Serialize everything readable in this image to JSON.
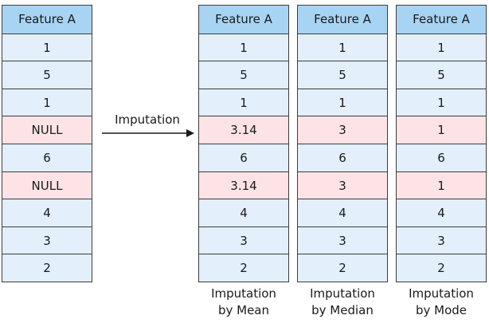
{
  "header_label": "Feature A",
  "null_color": "#fde3e6",
  "cell_color": "#e3effb",
  "header_color": "#a8d4f4",
  "original": [
    "1",
    "5",
    "1",
    "NULL",
    "6",
    "NULL",
    "4",
    "3",
    "2"
  ],
  "null_rows": [
    3,
    5
  ],
  "arrow_label": "Imputation",
  "imputed": {
    "mean": [
      "1",
      "5",
      "1",
      "3.14",
      "6",
      "3.14",
      "4",
      "3",
      "2"
    ],
    "median": [
      "1",
      "5",
      "1",
      "3",
      "6",
      "3",
      "4",
      "3",
      "2"
    ],
    "mode": [
      "1",
      "5",
      "1",
      "1",
      "6",
      "1",
      "4",
      "3",
      "2"
    ]
  },
  "captions": {
    "mean": [
      "Imputation",
      "by Mean"
    ],
    "median": [
      "Imputation",
      "by Median"
    ],
    "mode": [
      "Imputation",
      "by Mode"
    ]
  }
}
